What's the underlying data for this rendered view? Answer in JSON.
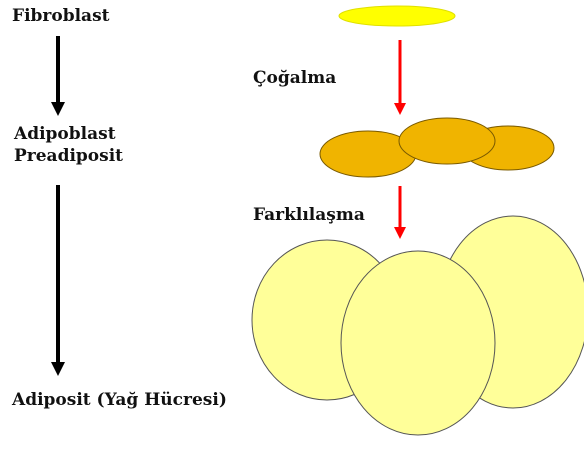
{
  "stages": {
    "fibroblast": "Fibroblast",
    "adipoblast": "Adipoblast",
    "preadiposit": "Preadiposit",
    "adiposit": "Adiposit (Yağ Hücresi)"
  },
  "processes": {
    "proliferation": "Çoğalma",
    "differentiation": "Farklılaşma"
  },
  "colors": {
    "fibroblast_cell": "#ffff00",
    "preadipocyte_cell": "#f0b400",
    "adipocyte_cell": "#ffff99",
    "process_arrow": "#ff0000",
    "stage_arrow": "#000000"
  }
}
